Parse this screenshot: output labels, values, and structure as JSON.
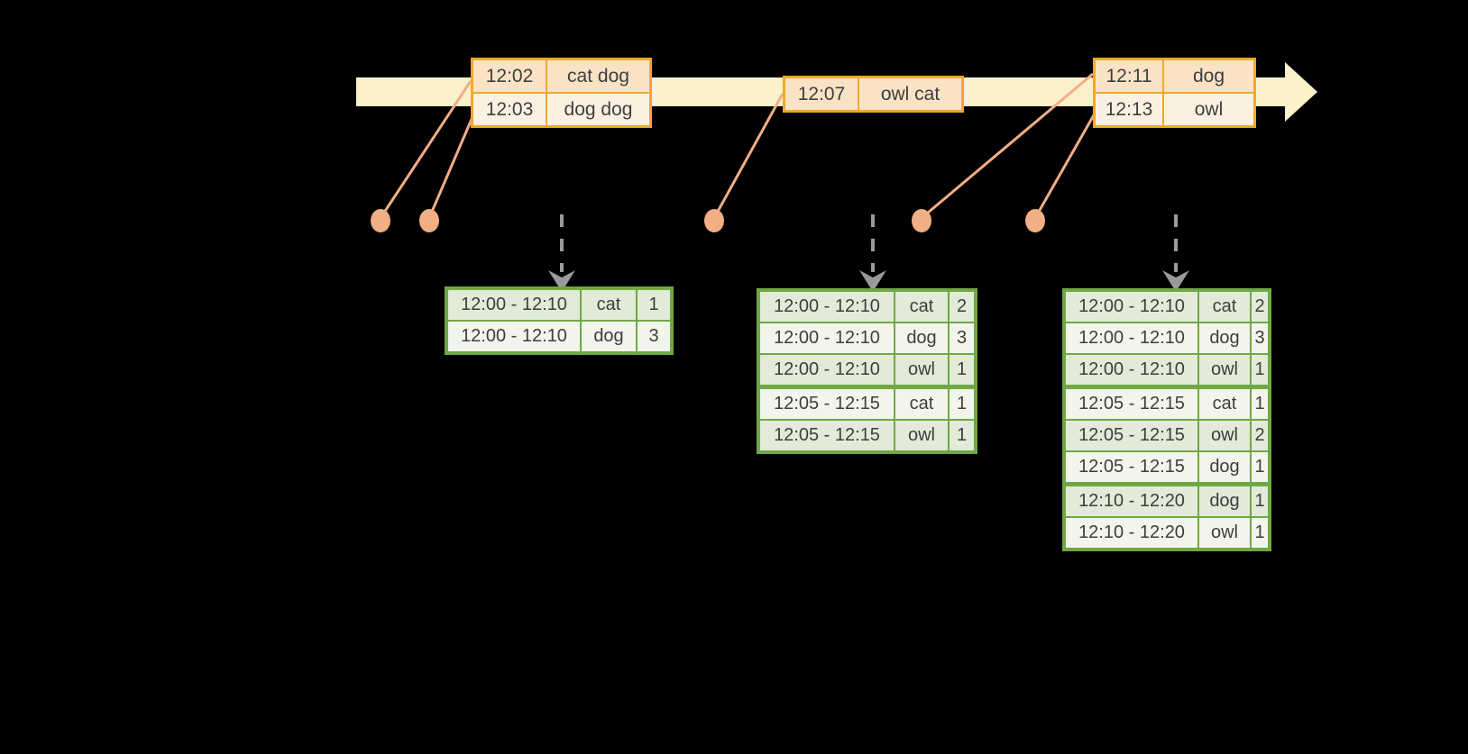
{
  "colors": {
    "background": "#000000",
    "timeline_fill": "#FBF1CB",
    "event_table_border": "#EFA929",
    "event_row_dark": "#FAE3C5",
    "event_row_light": "#FCF1E1",
    "result_table_border": "#70A845",
    "result_row_dark": "#E2EAD8",
    "result_row_light": "#F2F5EC",
    "marker_salmon": "#F2AE84",
    "trigger_arrow_gray": "#9A9A9A",
    "text": "#3E3E3E"
  },
  "icons": {
    "timeline_arrow": "right-arrow",
    "trigger_arrow": "dashed-down-arrow",
    "event_marker": "dot"
  },
  "event_tables": [
    {
      "rows": [
        {
          "time": "12:02",
          "words": "cat dog"
        },
        {
          "time": "12:03",
          "words": "dog dog"
        }
      ]
    },
    {
      "rows": [
        {
          "time": "12:07",
          "words": "owl cat"
        }
      ]
    },
    {
      "rows": [
        {
          "time": "12:11",
          "words": "dog"
        },
        {
          "time": "12:13",
          "words": "owl"
        }
      ]
    }
  ],
  "result_tables": [
    {
      "rows": [
        {
          "window": "12:00 - 12:10",
          "word": "cat",
          "count": "1"
        },
        {
          "window": "12:00 - 12:10",
          "word": "dog",
          "count": "3"
        }
      ]
    },
    {
      "rows": [
        {
          "window": "12:00 - 12:10",
          "word": "cat",
          "count": "2"
        },
        {
          "window": "12:00 - 12:10",
          "word": "dog",
          "count": "3"
        },
        {
          "window": "12:00 - 12:10",
          "word": "owl",
          "count": "1"
        },
        {
          "window": "12:05 - 12:15",
          "word": "cat",
          "count": "1"
        },
        {
          "window": "12:05 - 12:15",
          "word": "owl",
          "count": "1"
        }
      ]
    },
    {
      "rows": [
        {
          "window": "12:00 - 12:10",
          "word": "cat",
          "count": "2"
        },
        {
          "window": "12:00 - 12:10",
          "word": "dog",
          "count": "3"
        },
        {
          "window": "12:00 - 12:10",
          "word": "owl",
          "count": "1"
        },
        {
          "window": "12:05 - 12:15",
          "word": "cat",
          "count": "1"
        },
        {
          "window": "12:05 - 12:15",
          "word": "owl",
          "count": "2"
        },
        {
          "window": "12:05 - 12:15",
          "word": "dog",
          "count": "1"
        },
        {
          "window": "12:10 - 12:20",
          "word": "dog",
          "count": "1"
        },
        {
          "window": "12:10 - 12:20",
          "word": "owl",
          "count": "1"
        }
      ]
    }
  ]
}
